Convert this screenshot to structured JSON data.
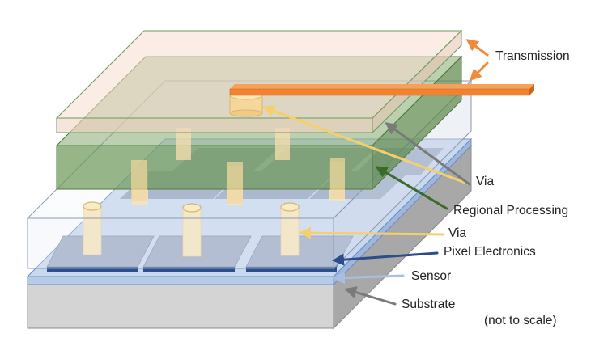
{
  "labels": {
    "transmission": "Transmission",
    "via_upper": "Via",
    "regional_processing": "Regional Processing",
    "via_lower": "Via",
    "pixel_electronics": "Pixel Electronics",
    "sensor": "Sensor",
    "substrate": "Substrate",
    "scale_note": "(not to scale)"
  },
  "colors": {
    "transmission_arrow": "#f08a3c",
    "via_arrow": "#f5cf6e",
    "regional_arrow": "#3a6b2a",
    "pixel_arrow": "#2b4d8a",
    "sensor_arrow": "#a9bfe0",
    "substrate_arrow": "#7a7a7a",
    "orange_bar": "#f08232",
    "via_fill": "#f9e3b4",
    "pad_fill": "#7d8fb0",
    "green_layer": "#6f9a5a"
  }
}
